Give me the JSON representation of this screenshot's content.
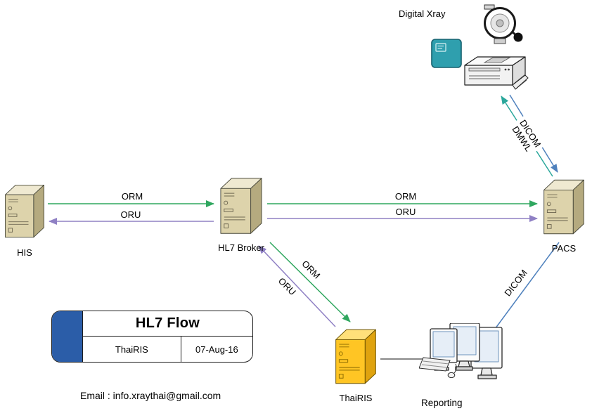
{
  "nodes": {
    "digital_xray": {
      "label": "Digital Xray"
    },
    "his": {
      "label": "HIS"
    },
    "broker": {
      "label": "HL7 Broker"
    },
    "pacs": {
      "label": "PACS"
    },
    "thairis": {
      "label": "ThaiRIS"
    },
    "reporting": {
      "label": "Reporting"
    }
  },
  "edges": {
    "his_broker_orm": {
      "label": "ORM"
    },
    "his_broker_oru": {
      "label": "ORU"
    },
    "broker_pacs_orm": {
      "label": "ORM"
    },
    "broker_pacs_oru": {
      "label": "ORU"
    },
    "broker_thairis_orm": {
      "label": "ORM"
    },
    "broker_thairis_oru": {
      "label": "ORU"
    },
    "pacs_modality": {
      "label_line1": "DICOM",
      "label_line2": "DMWL"
    },
    "pacs_reporting": {
      "label": "DICOM"
    }
  },
  "title_block": {
    "title": "HL7 Flow",
    "org": "ThaiRIS",
    "date": "07-Aug-16"
  },
  "footer": {
    "email": "Email : info.xraythai@gmail.com"
  },
  "colors": {
    "orm_green": "#2fa75f",
    "oru_purple": "#8f80c4",
    "dicom_blue": "#4f81bd",
    "dmwl_teal": "#2aa79b",
    "accent_blue": "#2b5da8"
  }
}
